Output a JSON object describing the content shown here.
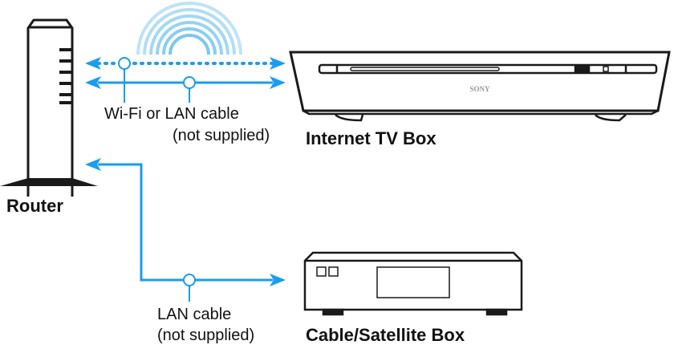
{
  "colors": {
    "cable": "#1a9cf0",
    "wifi": "#7cc8ef",
    "outline": "#1a1a1a"
  },
  "devices": {
    "router": {
      "label": "Router"
    },
    "internet_tv_box": {
      "label": "Internet TV Box",
      "brand": "SONY"
    },
    "cable_satellite_box": {
      "label": "Cable/Satellite Box"
    }
  },
  "connections": {
    "top": {
      "line1": "Wi-Fi or LAN cable",
      "line2": "(not supplied)"
    },
    "bottom": {
      "line1": "LAN cable",
      "line2": "(not supplied)"
    }
  }
}
